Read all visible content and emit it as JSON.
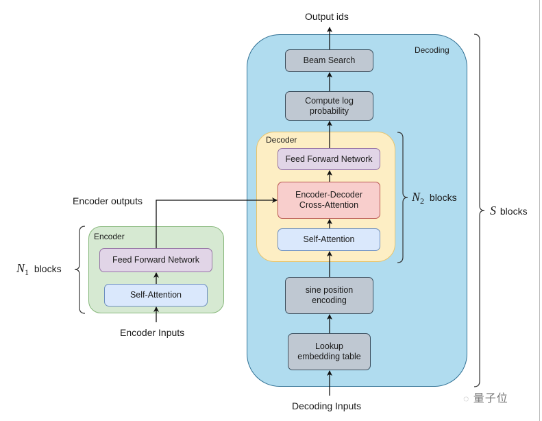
{
  "diagram": {
    "top_label": "Output ids",
    "bottom_label": "Decoding Inputs",
    "decoding_group": {
      "label": "Decoding",
      "boxes": {
        "beam_search": "Beam Search",
        "compute_log_prob": "Compute log\nprobability",
        "sine_position": "sine position\nencoding",
        "lookup_embedding": "Lookup\nembedding table"
      }
    },
    "decoder_group": {
      "label": "Decoder",
      "boxes": {
        "ffn": "Feed Forward Network",
        "cross_attention": "Encoder-Decoder\nCross-Attention",
        "self_attention": "Self-Attention"
      }
    },
    "encoder_group": {
      "label": "Encoder",
      "boxes": {
        "ffn": "Feed Forward Network",
        "self_attention": "Self-Attention"
      }
    },
    "encoder_outputs_label": "Encoder outputs",
    "encoder_inputs_label": "Encoder Inputs",
    "braces": {
      "n1": {
        "symbol": "N",
        "subscript": "1",
        "text": "blocks"
      },
      "n2": {
        "symbol": "N",
        "subscript": "2",
        "text": "blocks"
      },
      "s": {
        "symbol": "S",
        "text": "blocks"
      }
    },
    "watermark": "量子位",
    "colors": {
      "decoding_fill": "#b0dcef",
      "decoder_fill": "#fdeec4",
      "encoder_fill": "#d6e9d2",
      "gray_box": "#bfc8d2",
      "purple_box": "#e1d5e7",
      "blue_box": "#dae8fc",
      "red_box": "#f8cecc"
    }
  }
}
